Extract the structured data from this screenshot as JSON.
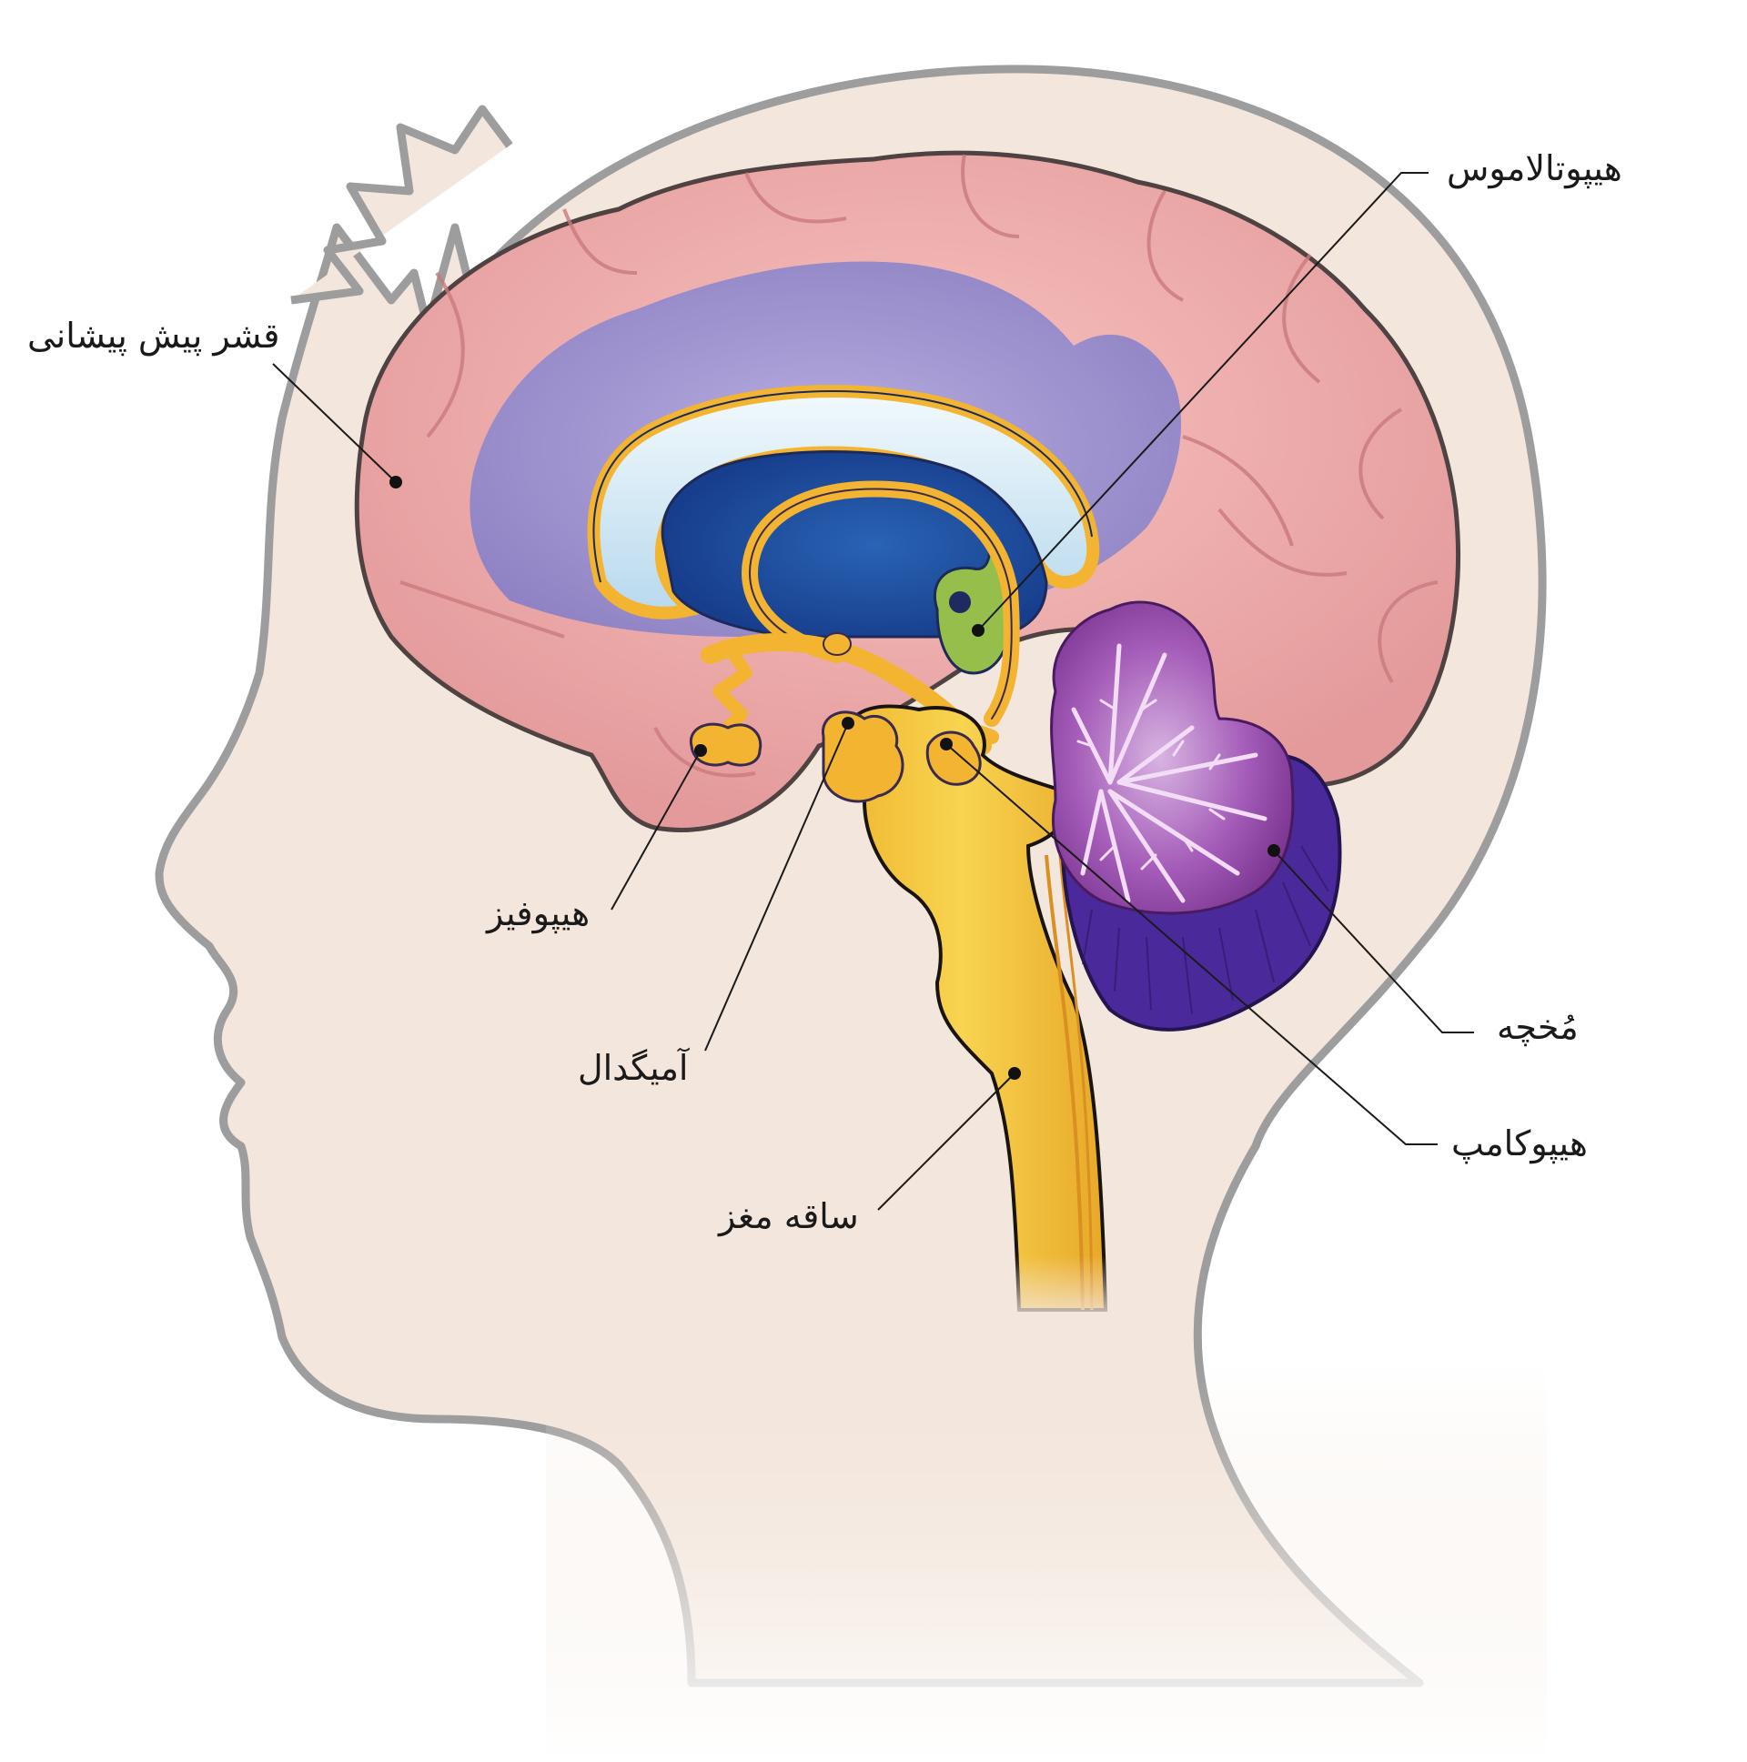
{
  "figure": {
    "subject": "sagittal brain anatomy within head silhouette",
    "language": "fa",
    "colors": {
      "background": "#ffffff",
      "head_fill": "#f3e6dc",
      "head_outline": "#9a9a9a",
      "cerebrum": "#eba8a8",
      "cerebrum_outline": "#5a4a4a",
      "inner_purple": "#a79bd0",
      "corpus_callosum_light": "#d8ecf6",
      "ventricle_blue": "#1f4fa0",
      "limbic_gold": "#f2b431",
      "brainstem_yellow": "#f5c842",
      "hypothalamus_green": "#95be4a",
      "cerebellum_purple": "#8a3fa0",
      "cerebellum_dark": "#4a2a9a",
      "label_text": "#1a1a1a"
    }
  },
  "labels": {
    "hypothalamus": "هیپوتالاموس",
    "prefrontal_cortex": "قشر پیش پیشانی",
    "pituitary": "هیپوفیز",
    "amygdala": "آمیگدال",
    "brainstem": "ساقه مغز",
    "cerebellum": "مُخچه",
    "hippocampus": "هیپوکامپ"
  }
}
